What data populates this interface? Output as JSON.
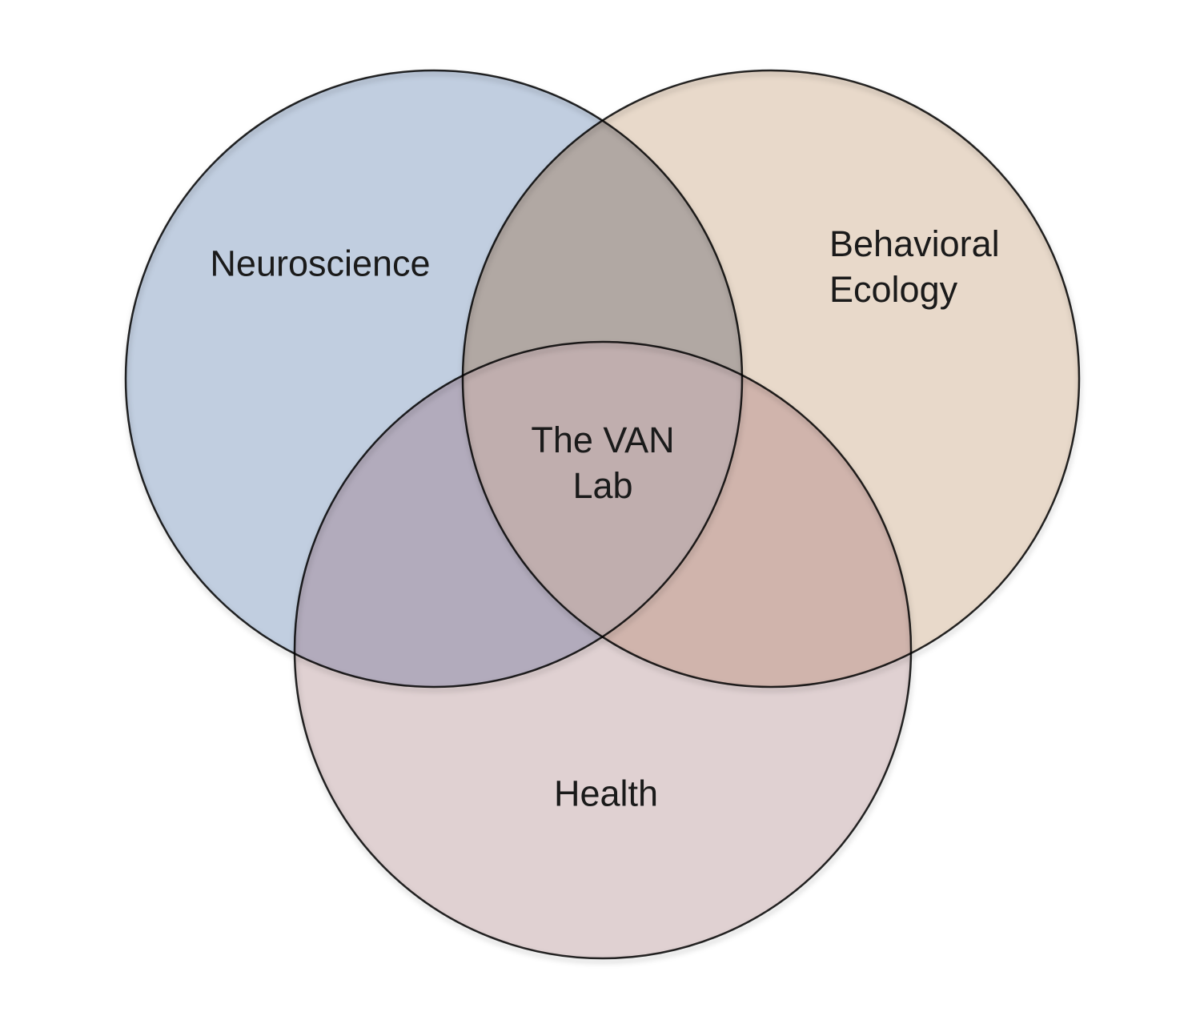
{
  "diagram": {
    "type": "venn",
    "background_color": "#FFFFFF",
    "outline_color": "#000000",
    "text_color": "#1A1A1A",
    "sets": [
      {
        "id": "neuroscience",
        "label": "Neuroscience",
        "fill": "#C1CEE0"
      },
      {
        "id": "behavioral-ecology",
        "label": "Behavioral\nEcology",
        "fill": "#E8D9CA"
      },
      {
        "id": "health",
        "label": "Health",
        "fill": "#E0D1D2"
      }
    ],
    "center_label": "The VAN\nLab",
    "region_colors": {
      "neuroscience_only": "#C1CEE0",
      "behavioral_only": "#E8D9CA",
      "health_only": "#E0D1D2",
      "neuroscience_behavioral": "#B1A8A3",
      "neuroscience_health": "#B2ABBC",
      "behavioral_health": "#D0B4AC",
      "center_all_three": "#C0AEAE"
    }
  }
}
